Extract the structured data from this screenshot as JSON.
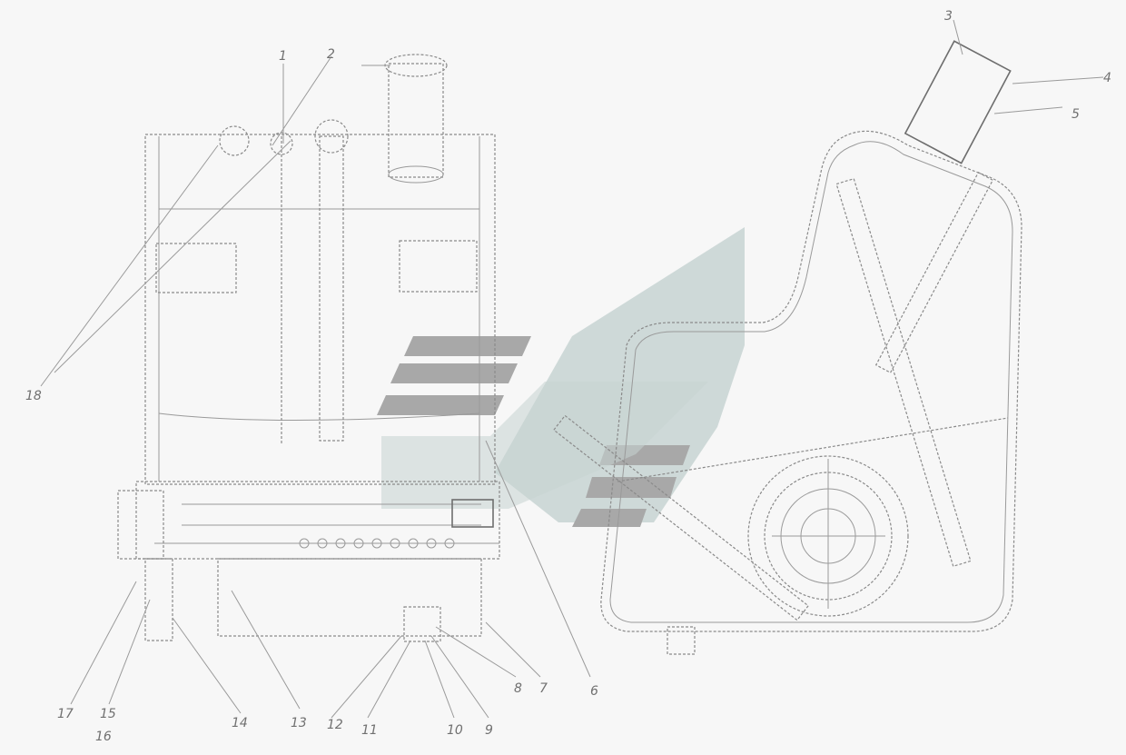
{
  "callouts": [
    {
      "id": "c1",
      "text": "1"
    },
    {
      "id": "c2",
      "text": "2"
    },
    {
      "id": "c3",
      "text": "3"
    },
    {
      "id": "c4",
      "text": "4"
    },
    {
      "id": "c5",
      "text": "5"
    },
    {
      "id": "c6",
      "text": "6"
    },
    {
      "id": "c7",
      "text": "7"
    },
    {
      "id": "c8",
      "text": "8"
    },
    {
      "id": "c9",
      "text": "9"
    },
    {
      "id": "c10",
      "text": "10"
    },
    {
      "id": "c11",
      "text": "11"
    },
    {
      "id": "c12",
      "text": "12"
    },
    {
      "id": "c13",
      "text": "13"
    },
    {
      "id": "c14",
      "text": "14"
    },
    {
      "id": "c15",
      "text": "15"
    },
    {
      "id": "c16",
      "text": "16"
    },
    {
      "id": "c17",
      "text": "17"
    },
    {
      "id": "c18",
      "text": "18"
    }
  ],
  "watermark": {
    "colors": {
      "gray": "#a8a8a8",
      "teal": "#c7d3d2"
    }
  },
  "colors": {
    "background": "#f7f7f7",
    "linework": "#8a8a8a"
  }
}
